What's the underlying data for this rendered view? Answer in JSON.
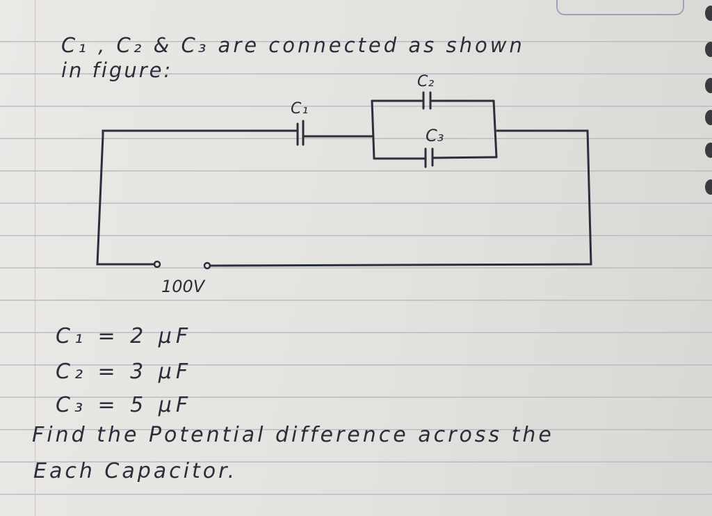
{
  "question": {
    "line1": "C₁ , C₂ & C₃ are connected as shown",
    "line2": "in figure:"
  },
  "circuit": {
    "c1_label": "C₁",
    "c2_label": "C₂",
    "c3_label": "C₃",
    "source_label": "100V"
  },
  "values": {
    "c1": "C₁ = 2 μF",
    "c2": "C₂ = 3 μF",
    "c3": "C₃ = 5 μF"
  },
  "find": {
    "line1": "Find the Potential difference across the",
    "line2": "Each Capacitor."
  },
  "colors": {
    "ink": "#2a2e3a",
    "ruled_line": "#b9bcc4"
  }
}
